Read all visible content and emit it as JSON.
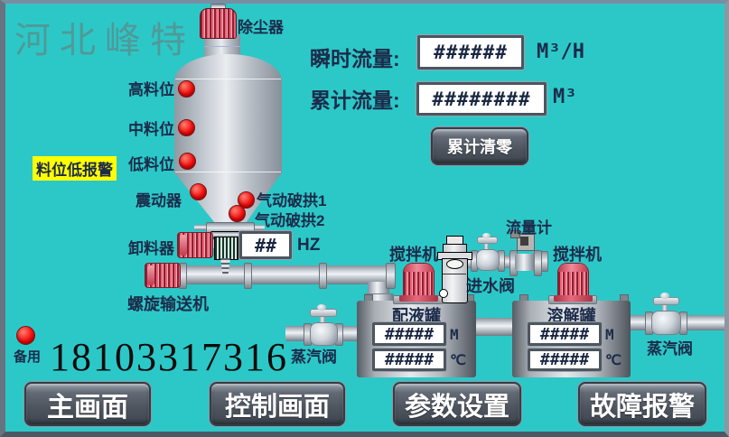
{
  "colors": {
    "background": "#2cc8c8",
    "label_text": "#1c2b4a",
    "alarm_bg": "#ffff00",
    "indicator_red": "#ee1111",
    "button_bg": "#565d68",
    "button_text": "#ffffff",
    "title_text": "#4f9a98"
  },
  "title": "河北峰特",
  "silo": {
    "dust_collector": "除尘器",
    "level_high": "高料位",
    "level_mid": "中料位",
    "level_low": "低料位",
    "level_alarm": "料位低报警",
    "vibrator": "震动器",
    "arch_breaker_1": "气动破拱1",
    "arch_breaker_2": "气动破拱2",
    "discharger": "卸料器",
    "discharger_freq": "##",
    "discharger_unit": "HZ",
    "conveyor": "螺旋输送机"
  },
  "flow_panel": {
    "instant_label": "瞬时流量:",
    "instant_value": "######",
    "instant_unit": "M³/H",
    "total_label": "累计流量:",
    "total_value": "########",
    "total_unit": "M³",
    "reset_button": "累计清零"
  },
  "process": {
    "flow_meter": "流量计",
    "mixer_left": "搅拌机",
    "mixer_right": "搅拌机",
    "inlet_valve": "进水阀",
    "steam_valve_left": "蒸汽阀",
    "steam_valve_right": "蒸汽阀",
    "tanks": [
      {
        "name": "配液罐",
        "level": "#####",
        "level_unit": "M",
        "temp": "#####",
        "temp_unit": "℃"
      },
      {
        "name": "溶解罐",
        "level": "#####",
        "level_unit": "M",
        "temp": "#####",
        "temp_unit": "℃"
      }
    ]
  },
  "footer": {
    "spare": "备用",
    "phone": "18103317316",
    "nav_buttons": [
      {
        "label": "主画面"
      },
      {
        "label": "控制画面"
      },
      {
        "label": "参数设置"
      },
      {
        "label": "故障报警"
      }
    ]
  }
}
